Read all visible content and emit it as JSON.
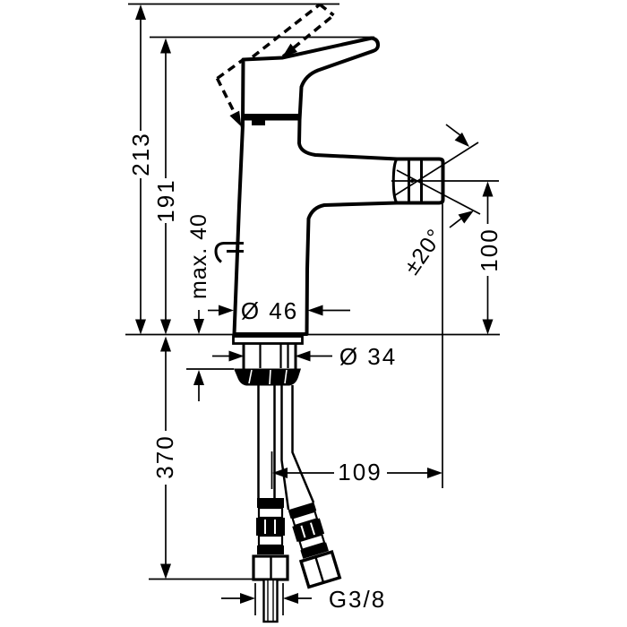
{
  "drawing": {
    "type": "technical-dimension-drawing",
    "subject": "single-hole bidet mixer faucet, side view with supply hoses",
    "colors": {
      "line": "#000000",
      "background": "#ffffff"
    },
    "dimensions": {
      "total_height": "213",
      "height_open_handle": "191",
      "max_mounting_thickness": "max. 40",
      "base_diameter": "Ø 46",
      "shank_diameter": "Ø 34",
      "hose_length": "370",
      "spout_reach": "109",
      "outlet_height": "100",
      "spray_angle": "±20°",
      "connection_thread": "G3/8"
    }
  }
}
